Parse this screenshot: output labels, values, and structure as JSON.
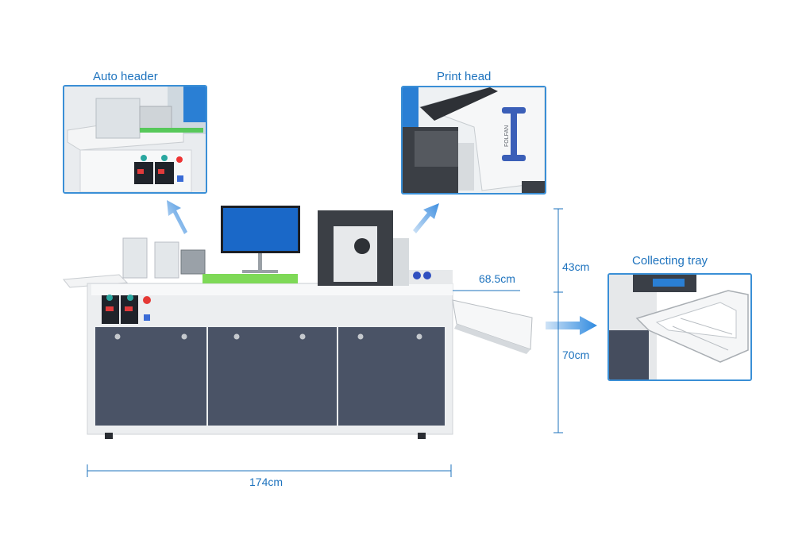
{
  "callouts": {
    "auto_header": {
      "title": "Auto header"
    },
    "print_head": {
      "title": "Print head",
      "brand": "FOLFAN"
    },
    "collecting_tray": {
      "title": "Collecting tray"
    }
  },
  "dimensions": {
    "depth": "68.5cm",
    "upper_height": "43cm",
    "lower_height": "70cm",
    "width": "174cm"
  },
  "colors": {
    "accent": "#1e73be",
    "cabinet": "#4a5366",
    "frame": "#e8eaec",
    "belt": "#7ed957"
  }
}
